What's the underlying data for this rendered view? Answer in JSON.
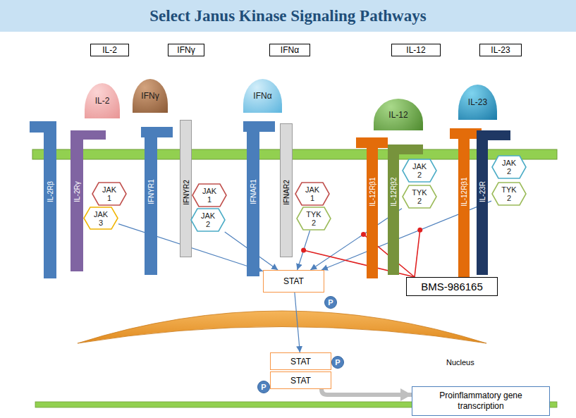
{
  "diagram": {
    "title": "Select Janus Kinase Signaling Pathways",
    "nodes": [
      {
        "text": [
          "IL-2"
        ]
      },
      {
        "text": [
          "IFNγ"
        ]
      },
      {
        "text": [
          "IFNα"
        ]
      },
      {
        "text": [
          "IL-12"
        ]
      },
      {
        "text": [
          "IL-23"
        ]
      },
      {
        "text": [
          "IL-2"
        ]
      },
      {
        "text": [
          "IFNγ"
        ]
      },
      {
        "text": [
          "IFNα"
        ]
      },
      {
        "text": [
          "IL-12"
        ]
      },
      {
        "text": [
          "IL-23"
        ]
      },
      {
        "text": [
          "IL-2Rβ"
        ]
      },
      {
        "text": [
          "IL-2Rγ"
        ]
      },
      {
        "text": [
          "IFNYR1"
        ]
      },
      {
        "text": [
          "IFNYR2"
        ]
      },
      {
        "text": [
          "IFNAR1"
        ]
      },
      {
        "text": [
          "IFNAR2"
        ]
      },
      {
        "text": [
          "IL-12Rβ1"
        ]
      },
      {
        "text": [
          "IL-12Rβ2"
        ]
      },
      {
        "text": [
          "IL-12Rβ1"
        ]
      },
      {
        "text": [
          "IL-23R"
        ]
      },
      {
        "text": [
          "JAK 1"
        ]
      },
      {
        "text": [
          "JAK 3"
        ]
      },
      {
        "text": [
          "JAK 1"
        ]
      },
      {
        "text": [
          "JAK 2"
        ]
      },
      {
        "text": [
          "JAK 1"
        ]
      },
      {
        "text": [
          "TYK 2"
        ]
      },
      {
        "text": [
          "JAK 2"
        ]
      },
      {
        "text": [
          "TYK 2"
        ]
      },
      {
        "text": [
          "JAK 2"
        ]
      },
      {
        "text": [
          "TYK 2"
        ]
      },
      {
        "text": [
          "STAT"
        ]
      },
      {
        "text": [
          "P"
        ]
      },
      {
        "text": [
          "BMS-986165"
        ]
      },
      {
        "text": [
          "STAT"
        ]
      },
      {
        "text": [
          "P"
        ]
      },
      {
        "text": [
          "P"
        ]
      },
      {
        "text": [
          "STAT"
        ]
      },
      {
        "text": [
          "Proinflammatory gene transcription"
        ]
      }
    ],
    "edges": [
      {
        "from": 21,
        "to": 30,
        "arrow": "to"
      },
      {
        "from": 23,
        "to": 30,
        "arrow": "to"
      },
      {
        "from": 25,
        "to": 30,
        "arrow": "to"
      },
      {
        "from": 27,
        "to": 30,
        "arrow": "to"
      },
      {
        "from": 29,
        "to": 30,
        "arrow": "to"
      },
      {
        "from": 30,
        "to": 33,
        "arrow": "to"
      },
      {
        "from": 36,
        "to": 37,
        "arrow": "to"
      }
    ],
    "labels": [
      "Nucleus"
    ]
  }
}
